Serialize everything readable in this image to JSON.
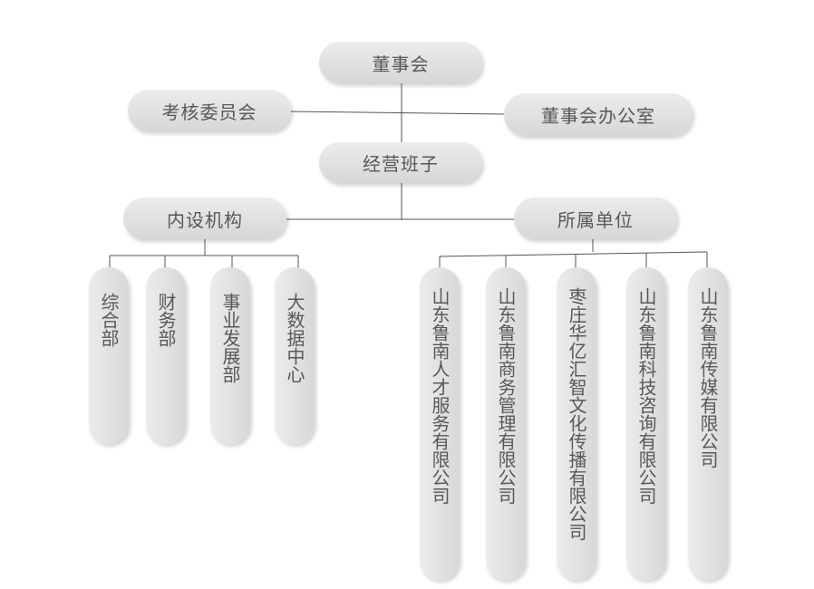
{
  "colors": {
    "node_fill": "#dedcdc",
    "line": "#555555",
    "text": "#585858"
  },
  "nodes": {
    "board": "董事会",
    "audit": "考核委员会",
    "office": "董事会办公室",
    "management": "经营班子",
    "internal": "内设机构",
    "affiliated": "所属单位"
  },
  "departments": [
    "综合部",
    "财务部",
    "事业发展部",
    "大数据中心"
  ],
  "companies": [
    "山东鲁南人才服务有限公司",
    "山东鲁南商务管理有限公司",
    "枣庄华亿汇智文化传播有限公司",
    "山东鲁南科技咨询有限公司",
    "山东鲁南传媒有限公司"
  ]
}
